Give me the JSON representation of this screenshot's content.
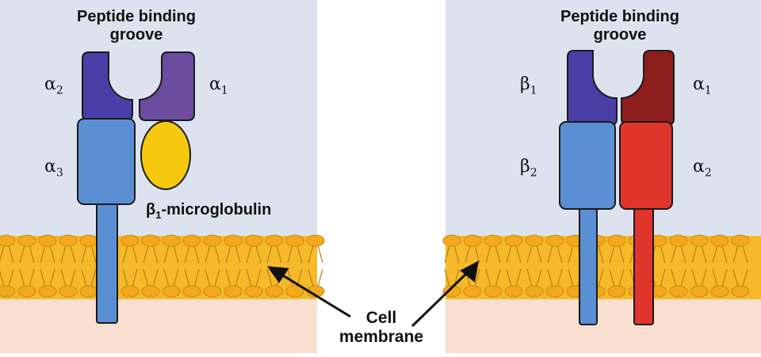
{
  "colors": {
    "background": "#dde3ee",
    "membrane": "#f5b92a",
    "lipid_head": "#f4a81c",
    "lipid_tail": "#b67d19",
    "cytoplasm": "#f8dfd0",
    "dark_blue": "#4a3fa6",
    "purple": "#6c4c9e",
    "light_blue": "#5b8fd4",
    "yellow": "#f6c90e",
    "dark_red": "#8e1d1d",
    "red": "#e0352b"
  },
  "left": {
    "title_line1": "Peptide binding",
    "title_line2": "groove",
    "alpha2": {
      "symbol": "α",
      "sub": "2"
    },
    "alpha1": {
      "symbol": "α",
      "sub": "1"
    },
    "alpha3": {
      "symbol": "α",
      "sub": "3"
    },
    "microglobulin": {
      "symbol": "β",
      "sub": "1",
      "text": "-microglobulin"
    }
  },
  "right": {
    "title_line1": "Peptide binding",
    "title_line2": "groove",
    "beta1": {
      "symbol": "β",
      "sub": "1"
    },
    "alpha1": {
      "symbol": "α",
      "sub": "1"
    },
    "beta2": {
      "symbol": "β",
      "sub": "2"
    },
    "alpha2": {
      "symbol": "α",
      "sub": "2"
    }
  },
  "cell_membrane": {
    "line1": "Cell",
    "line2": "membrane"
  }
}
